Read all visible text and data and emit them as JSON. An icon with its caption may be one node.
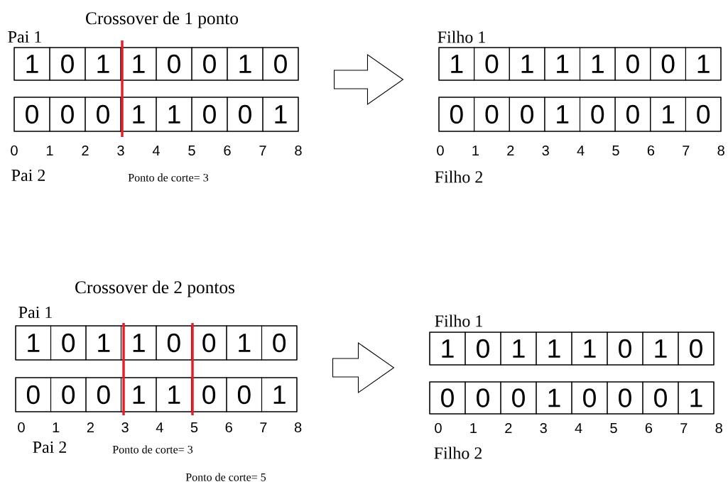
{
  "diagram": {
    "nodes": [
      {
        "text": [],
        "shape": "box"
      },
      {
        "text": [
          "1"
        ],
        "in": 0
      },
      {
        "text": [
          "0"
        ],
        "in": 0
      },
      {
        "text": [
          "1"
        ],
        "in": 0
      },
      {
        "text": [
          "1"
        ],
        "in": 0
      },
      {
        "text": [
          "0"
        ],
        "in": 0
      },
      {
        "text": [
          "0"
        ],
        "in": 0
      },
      {
        "text": [
          "1"
        ],
        "in": 0
      },
      {
        "text": [
          "0"
        ],
        "in": 0
      },
      {
        "text": [],
        "shape": "box"
      },
      {
        "text": [
          "0"
        ],
        "in": 9
      },
      {
        "text": [
          "0"
        ],
        "in": 9
      },
      {
        "text": [
          "0"
        ],
        "in": 9
      },
      {
        "text": [
          "1"
        ],
        "in": 9
      },
      {
        "text": [
          "1"
        ],
        "in": 9
      },
      {
        "text": [
          "0"
        ],
        "in": 9
      },
      {
        "text": [
          "0"
        ],
        "in": 9
      },
      {
        "text": [
          "1"
        ],
        "in": 9
      },
      {
        "text": [],
        "shape": "box"
      },
      {
        "text": [
          "1"
        ],
        "in": 18
      },
      {
        "text": [
          "0"
        ],
        "in": 18
      },
      {
        "text": [
          "1"
        ],
        "in": 18
      },
      {
        "text": [
          "1"
        ],
        "in": 18
      },
      {
        "text": [
          "1"
        ],
        "in": 18
      },
      {
        "text": [
          "0"
        ],
        "in": 18
      },
      {
        "text": [
          "0"
        ],
        "in": 18
      },
      {
        "text": [
          "1"
        ],
        "in": 18
      },
      {
        "text": [],
        "shape": "box"
      },
      {
        "text": [
          "0"
        ],
        "in": 27
      },
      {
        "text": [
          "0"
        ],
        "in": 27
      },
      {
        "text": [
          "0"
        ],
        "in": 27
      },
      {
        "text": [
          "1"
        ],
        "in": 27
      },
      {
        "text": [
          "0"
        ],
        "in": 27
      },
      {
        "text": [
          "0"
        ],
        "in": 27
      },
      {
        "text": [
          "1"
        ],
        "in": 27
      },
      {
        "text": [
          "0"
        ],
        "in": 27
      },
      {
        "text": [],
        "shape": "box"
      },
      {
        "text": [
          "1"
        ],
        "in": 36
      },
      {
        "text": [
          "0"
        ],
        "in": 36
      },
      {
        "text": [
          "1"
        ],
        "in": 36
      },
      {
        "text": [
          "1"
        ],
        "in": 36
      },
      {
        "text": [
          "0"
        ],
        "in": 36
      },
      {
        "text": [
          "0"
        ],
        "in": 36
      },
      {
        "text": [
          "1"
        ],
        "in": 36
      },
      {
        "text": [
          "0"
        ],
        "in": 36
      },
      {
        "text": [],
        "shape": "box"
      },
      {
        "text": [
          "0"
        ],
        "in": 45
      },
      {
        "text": [
          "0"
        ],
        "in": 45
      },
      {
        "text": [
          "0"
        ],
        "in": 45
      },
      {
        "text": [
          "1"
        ],
        "in": 45
      },
      {
        "text": [
          "1"
        ],
        "in": 45
      },
      {
        "text": [
          "0"
        ],
        "in": 45
      },
      {
        "text": [
          "0"
        ],
        "in": 45
      },
      {
        "text": [
          "1"
        ],
        "in": 45
      },
      {
        "text": [],
        "shape": "box"
      },
      {
        "text": [
          "1"
        ],
        "in": 54
      },
      {
        "text": [
          "0"
        ],
        "in": 54
      },
      {
        "text": [
          "1"
        ],
        "in": 54
      },
      {
        "text": [
          "1"
        ],
        "in": 54
      },
      {
        "text": [
          "1"
        ],
        "in": 54
      },
      {
        "text": [
          "0"
        ],
        "in": 54
      },
      {
        "text": [
          "1"
        ],
        "in": 54
      },
      {
        "text": [
          "0"
        ],
        "in": 54
      },
      {
        "text": [],
        "shape": "box"
      },
      {
        "text": [
          "0"
        ],
        "in": 63
      },
      {
        "text": [
          "0"
        ],
        "in": 63
      },
      {
        "text": [
          "0"
        ],
        "in": 63
      },
      {
        "text": [
          "1"
        ],
        "in": 63
      },
      {
        "text": [
          "0"
        ],
        "in": 63
      },
      {
        "text": [
          "0"
        ],
        "in": 63
      },
      {
        "text": [
          "0"
        ],
        "in": 63
      },
      {
        "text": [
          "1"
        ],
        "in": 63
      }
    ],
    "edges": [
      {
        "from": 0,
        "to": 18,
        "arrow": "to"
      },
      {
        "from": 36,
        "to": 54,
        "arrow": "to"
      }
    ],
    "labels": [
      "Crossover de 1 ponto",
      "Pai 1",
      "Filho 1",
      "0",
      "1",
      "2",
      "3",
      "4",
      "5",
      "6",
      "7",
      "8",
      "0",
      "1",
      "2",
      "3",
      "4",
      "5",
      "6",
      "7",
      "8",
      "Pai 2",
      "Ponto de corte= 3",
      "Filho 2",
      "Crossover de 2 pontos",
      "Pai 1",
      "Filho 1",
      "0",
      "1",
      "2",
      "3",
      "4",
      "5",
      "6",
      "7",
      "8",
      "0",
      "1",
      "2",
      "3",
      "4",
      "5",
      "6",
      "7",
      "8",
      "Pai 2",
      "Ponto de corte= 3",
      "Filho 2",
      "Ponto de corte= 5"
    ]
  }
}
